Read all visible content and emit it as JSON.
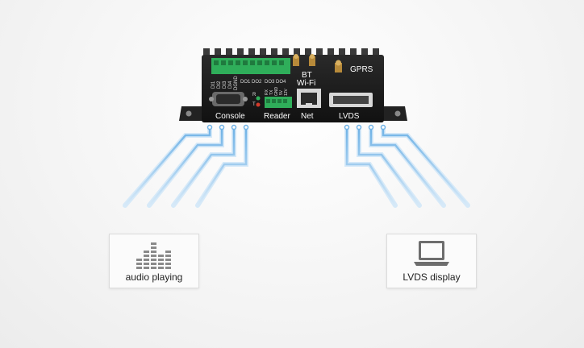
{
  "device": {
    "port_labels": {
      "console": "Console",
      "reader": "Reader",
      "net": "Net",
      "lvds": "LVDS",
      "gprs": "GPRS",
      "bt": "BT",
      "wifi": "Wi-Fi",
      "r": "R",
      "t": "T"
    },
    "io_labels": [
      "DI1",
      "DI2",
      "DI3",
      "DI4",
      "DGND"
    ],
    "do_labels": [
      "DO1",
      "DO2",
      "DO3",
      "DO4"
    ],
    "reader_pins": [
      "RX",
      "TX",
      "GND",
      "5V",
      "12V"
    ]
  },
  "cards": {
    "audio": {
      "label": "audio playing",
      "icon": "equalizer-icon"
    },
    "lvds": {
      "label": "LVDS display",
      "icon": "laptop-icon"
    }
  },
  "colors": {
    "trace": "#7ab8e8",
    "device_body": "#1c1c1c",
    "terminal_green": "#2fae5a"
  }
}
